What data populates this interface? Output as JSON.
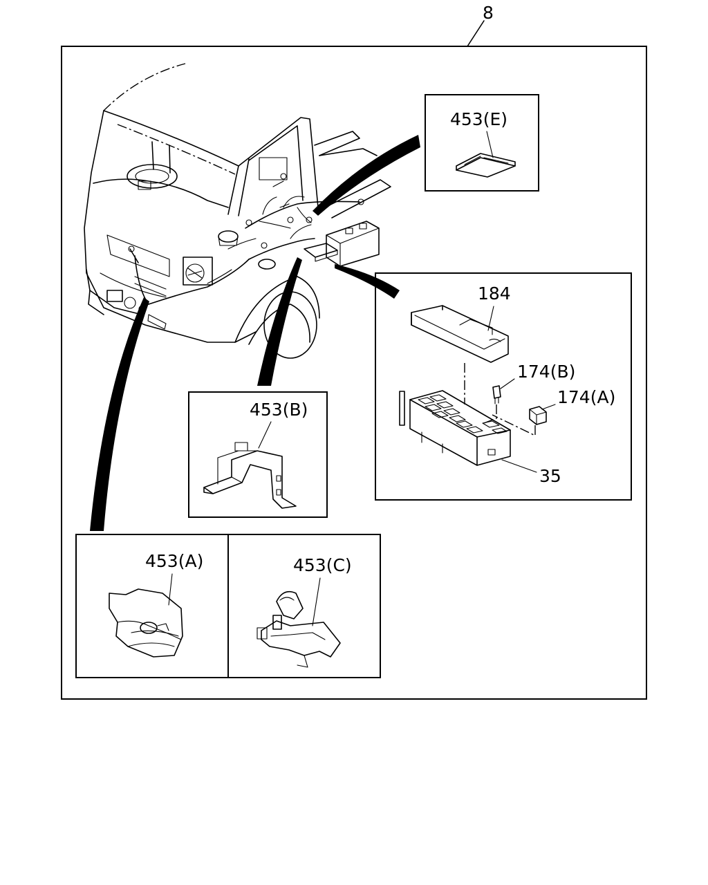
{
  "labels": {
    "assembly": "8",
    "bracket_e": "453(E)",
    "fuse_cover": "184",
    "relay_b": "174(B)",
    "relay_a": "174(A)",
    "fuse_box": "35",
    "bracket_b": "453(B)",
    "bracket_a": "453(A)",
    "bracket_c": "453(C)"
  }
}
